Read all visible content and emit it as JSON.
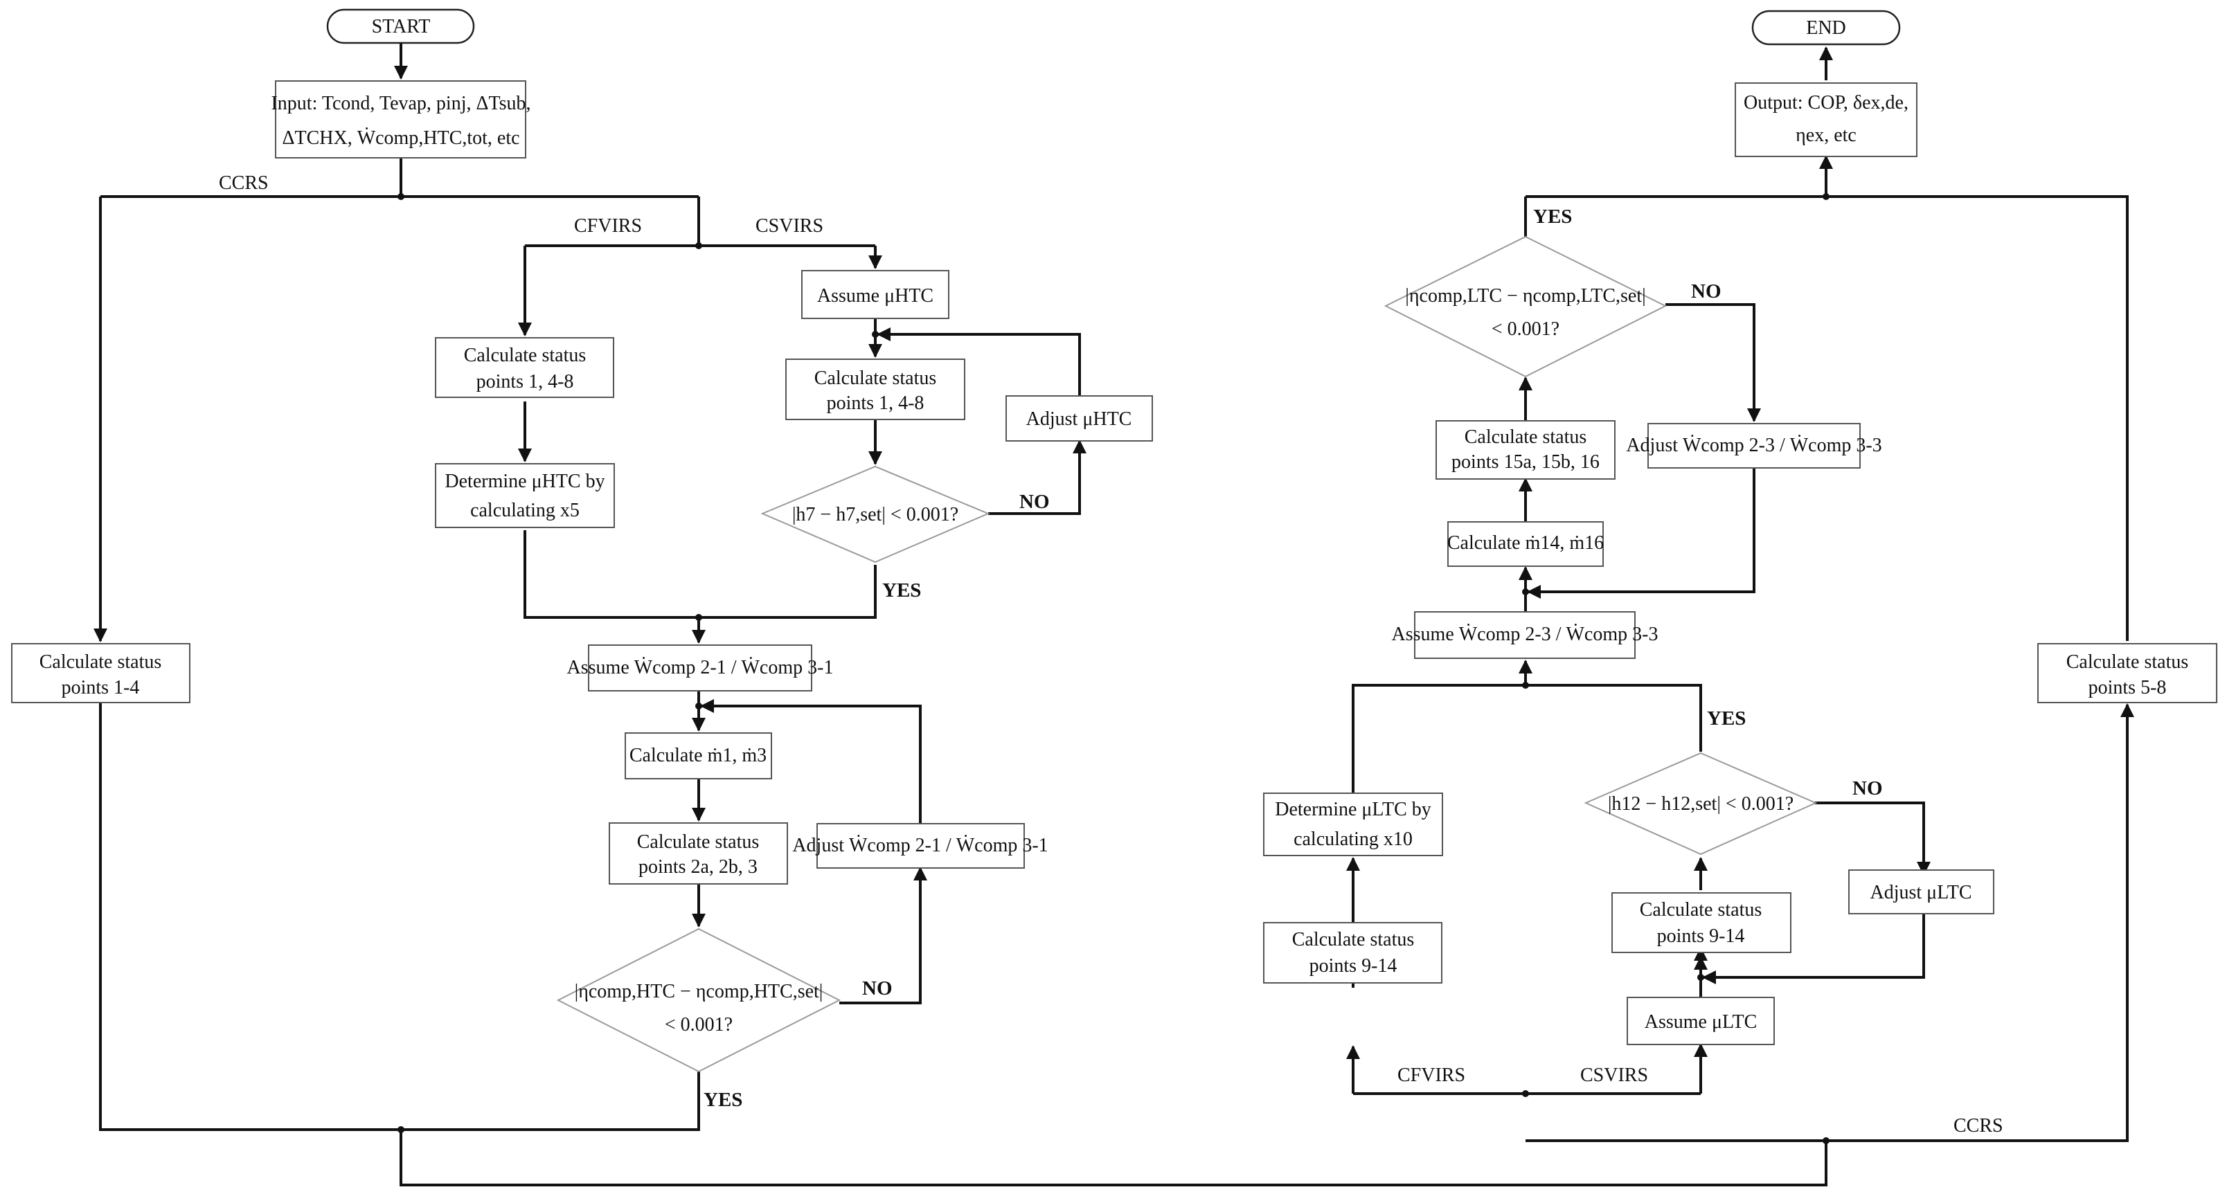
{
  "terminals": {
    "start": "START",
    "end": "END"
  },
  "branches": {
    "ccrs": "CCRS",
    "cfvirs": "CFVIRS",
    "csvirs": "CSVIRS"
  },
  "answers": {
    "yes": "YES",
    "no": "NO"
  },
  "left": {
    "input_line1": "Input: Tcond, Tevap, pinj, ΔTsub,",
    "input_line2": "ΔTCHX, Ẇcomp,HTC,tot, etc",
    "calc_1_4_line1": "Calculate status",
    "calc_1_4_line2": "points 1-4",
    "calc_148_a_line1": "Calculate status",
    "calc_148_a_line2": "points 1, 4-8",
    "determine_htc_line1": "Determine μHTC by",
    "determine_htc_line2": "calculating x5",
    "assume_htc": "Assume μHTC",
    "calc_148_b_line1": "Calculate status",
    "calc_148_b_line2": "points 1, 4-8",
    "adjust_htc": "Adjust μHTC",
    "check_h7": "|h7 − h7,set| < 0.001?",
    "assume_w": "Assume Ẇcomp 2-1 / Ẇcomp 3-1",
    "calc_m13": "Calculate ṁ1, ṁ3",
    "calc_2a_line1": "Calculate status",
    "calc_2a_line2": "points 2a, 2b, 3",
    "adjust_w": "Adjust Ẇcomp 2-1 / Ẇcomp 3-1",
    "check_eta_htc_line1": "|ηcomp,HTC − ηcomp,HTC,set|",
    "check_eta_htc_line2": "< 0.001?"
  },
  "right": {
    "output_line1": "Output: COP, δex,de,",
    "output_line2": "ηex, etc",
    "check_eta_ltc_line1": "|ηcomp,LTC − ηcomp,LTC,set|",
    "check_eta_ltc_line2": "< 0.001?",
    "calc_15_line1": "Calculate status",
    "calc_15_line2": "points 15a, 15b, 16",
    "adjust_w3": "Adjust Ẇcomp 2-3 / Ẇcomp 3-3",
    "calc_m14": "Calculate ṁ14, ṁ16",
    "assume_w3": "Assume Ẇcomp 2-3 / Ẇcomp 3-3",
    "calc_5_8_line1": "Calculate status",
    "calc_5_8_line2": "points 5-8",
    "determine_ltc_line1": "Determine μLTC by",
    "determine_ltc_line2": "calculating x10",
    "check_h12": "|h12 − h12,set| < 0.001?",
    "adjust_ltc": "Adjust μLTC",
    "calc_914_a_line1": "Calculate status",
    "calc_914_a_line2": "points 9-14",
    "calc_914_b_line1": "Calculate status",
    "calc_914_b_line2": "points 9-14",
    "assume_ltc": "Assume μLTC"
  }
}
